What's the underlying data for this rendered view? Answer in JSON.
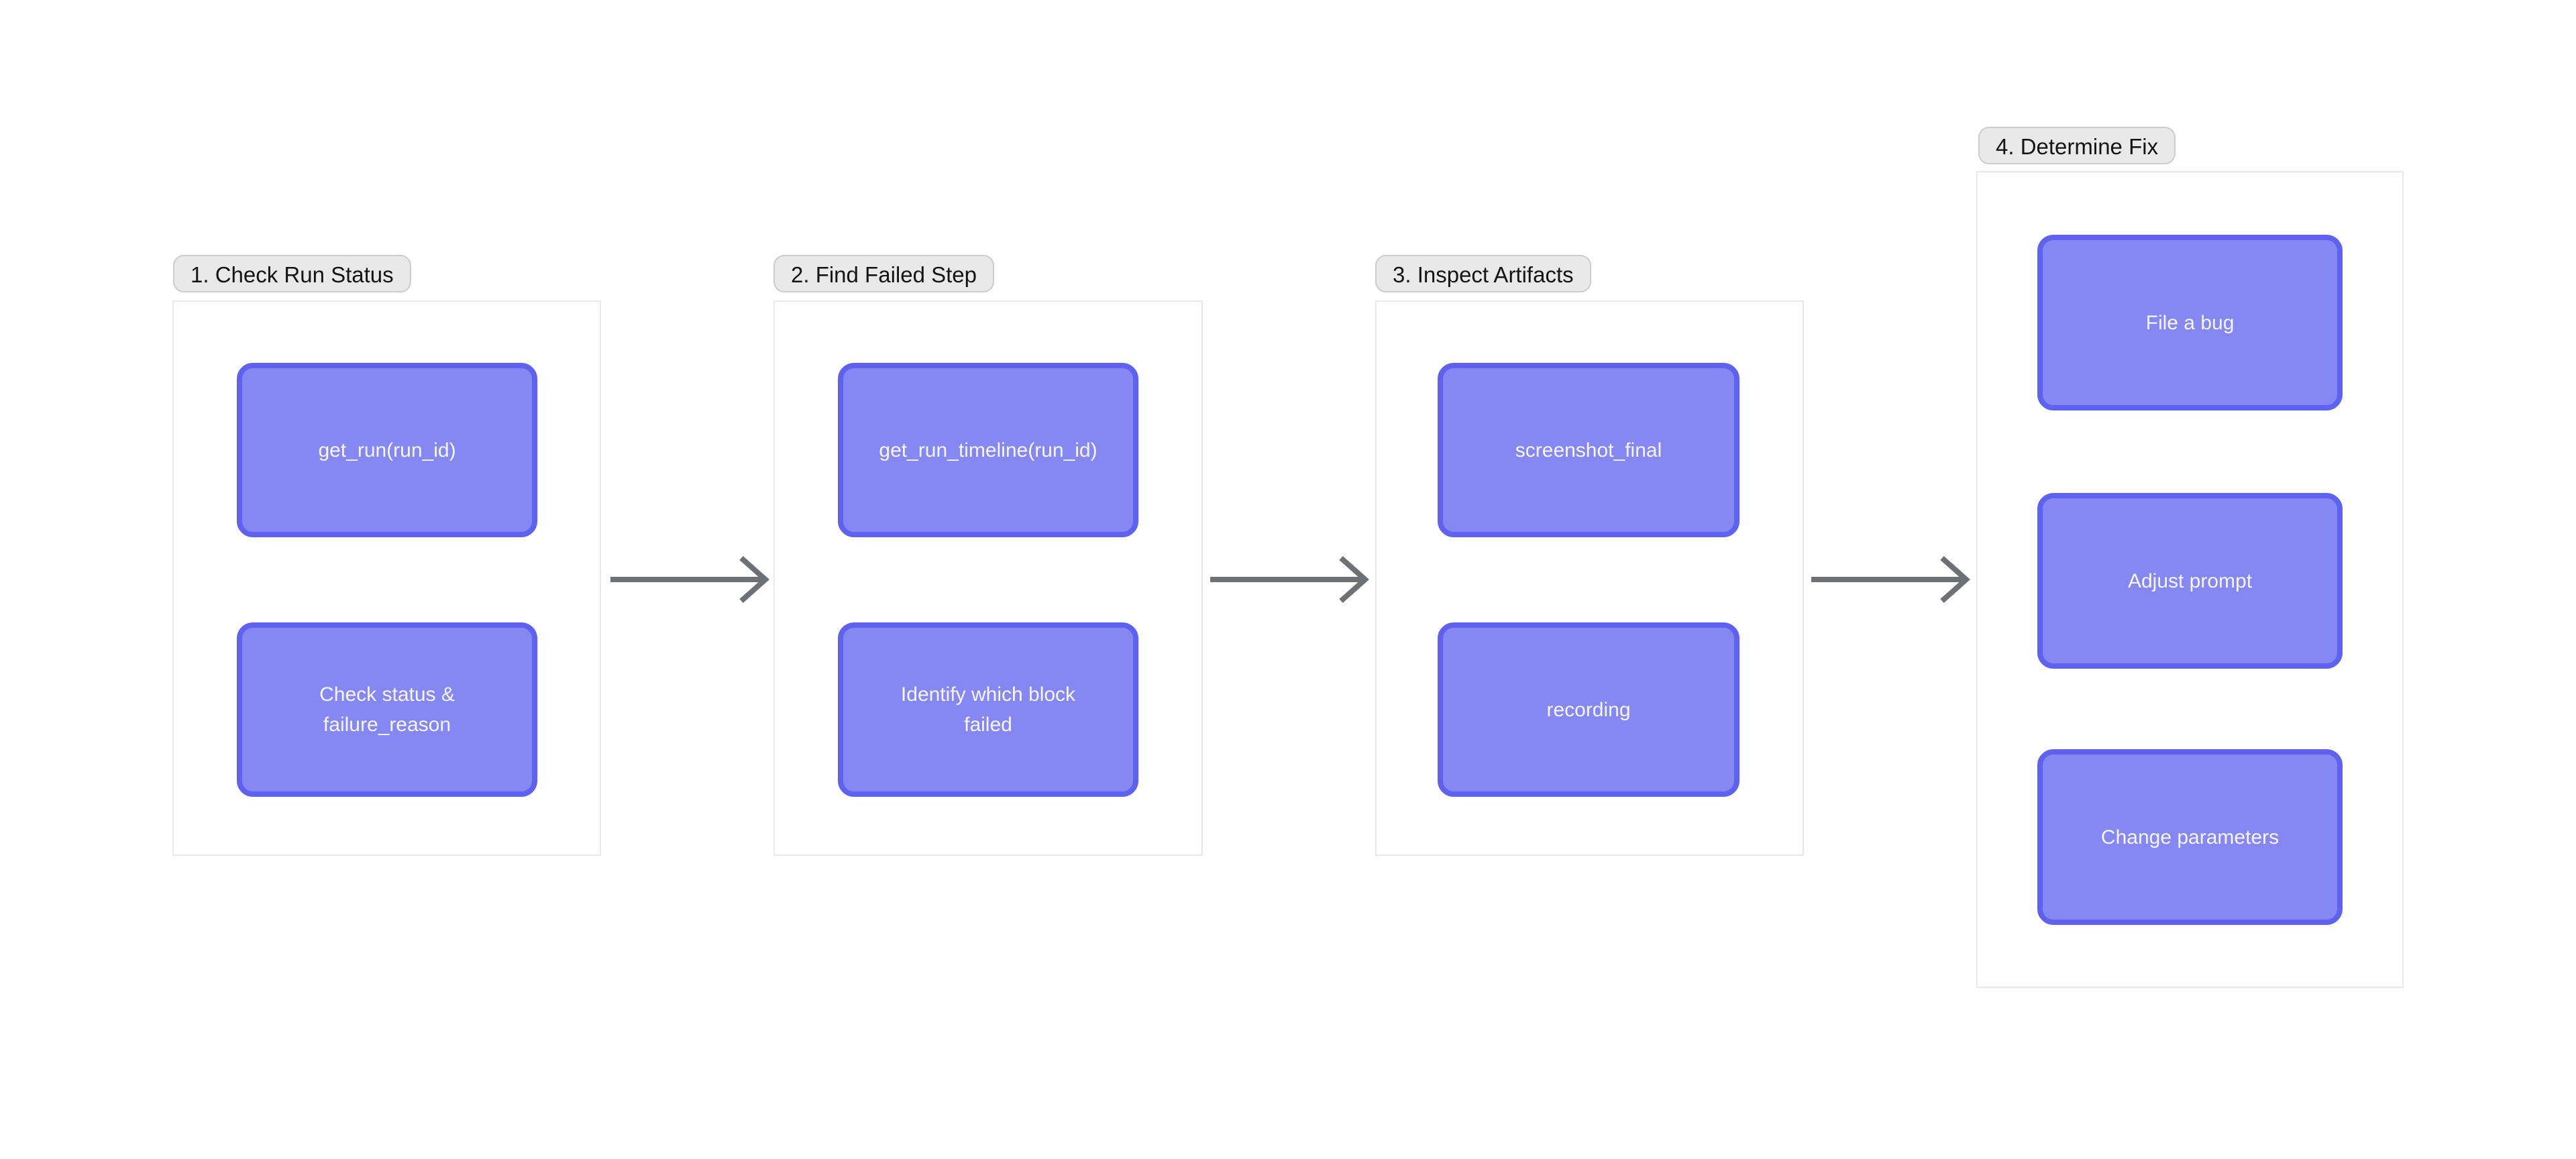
{
  "colors": {
    "bg": "#ffffff",
    "group_border": "#e8e9eb",
    "label_bg": "#e9e9ea",
    "label_border": "#cdcdd0",
    "label_text": "#141415",
    "node_fill": "#8588f2",
    "node_border": "#5f62f0",
    "node_text": "#f7f7ff",
    "arrow": "#6d7175"
  },
  "groups": [
    {
      "label": "1. Check Run Status",
      "nodes": [
        {
          "label": "get_run(run_id)"
        },
        {
          "label": "Check status &\nfailure_reason"
        }
      ]
    },
    {
      "label": "2. Find Failed Step",
      "nodes": [
        {
          "label": "get_run_timeline(run_id)"
        },
        {
          "label": "Identify which block\nfailed"
        }
      ]
    },
    {
      "label": "3. Inspect Artifacts",
      "nodes": [
        {
          "label": "screenshot_final"
        },
        {
          "label": "recording"
        }
      ]
    },
    {
      "label": "4. Determine Fix",
      "nodes": [
        {
          "label": "File a bug"
        },
        {
          "label": "Adjust prompt"
        },
        {
          "label": "Change parameters"
        }
      ]
    }
  ],
  "arrows": [
    {
      "name": "arrow-right"
    },
    {
      "name": "arrow-right"
    },
    {
      "name": "arrow-right"
    }
  ]
}
